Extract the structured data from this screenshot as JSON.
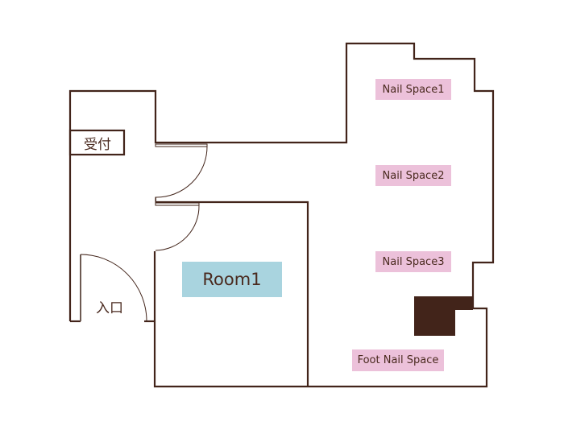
{
  "title": "Floor plan",
  "colors": {
    "wall": "#42241a",
    "zone": "#ecc1da",
    "room": "#a9d4df"
  },
  "labels": {
    "reception": "受付",
    "entrance": "入口",
    "room1": "Room1",
    "nail1": "Nail Space1",
    "nail2": "Nail Space2",
    "nail3": "Nail Space3",
    "foot": "Foot Nail Space"
  }
}
